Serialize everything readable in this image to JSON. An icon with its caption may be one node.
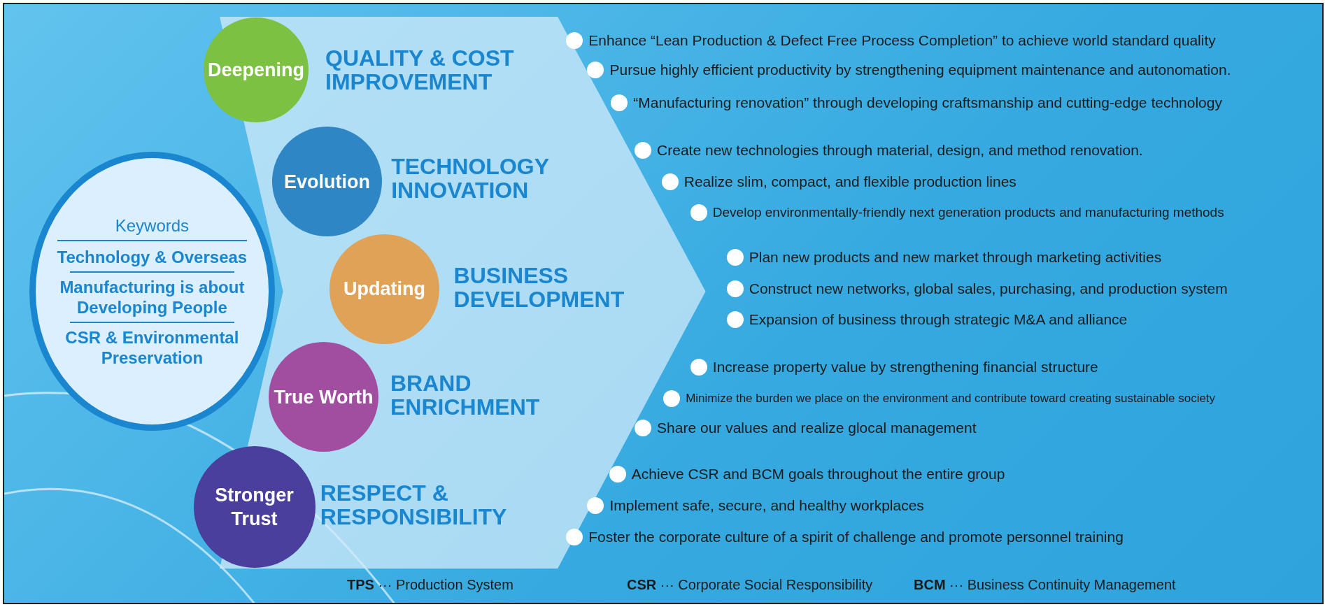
{
  "diagram": {
    "nodes": [
      {
        "text": [
          "Keywords",
          "Technology & Overseas",
          "Manufacturing is about Developing People",
          "CSR & Environmental Preservation"
        ]
      },
      {
        "text": [
          "Deepening"
        ],
        "beside": [
          "QUALITY & COST IMPROVEMENT"
        ]
      },
      {
        "text": [
          "Evolution"
        ],
        "beside": [
          "TECHNOLOGY INNOVATION"
        ]
      },
      {
        "text": [
          "Updating"
        ],
        "beside": [
          "BUSINESS DEVELOPMENT"
        ]
      },
      {
        "text": [
          "True Worth"
        ],
        "beside": [
          "BRAND ENRICHMENT"
        ]
      },
      {
        "text": [
          "Stronger Trust"
        ],
        "beside": [
          "RESPECT & RESPONSIBILITY"
        ]
      }
    ],
    "labels": [
      "Enhance “Lean Production & Defect Free Process Completion” to achieve world standard quality",
      "Pursue highly efficient productivity by strengthening equipment maintenance and autonomation.",
      "“Manufacturing renovation” through developing craftsmanship and cutting-edge technology",
      "Create new technologies through material, design, and method renovation.",
      "Realize slim, compact, and flexible production lines",
      "Develop environmentally-friendly next generation products and manufacturing methods",
      "Plan new products and new market through marketing activities",
      "Construct new networks, global sales, purchasing, and production system",
      "Expansion of business through strategic M&A and alliance",
      "Increase property value by strengthening financial structure",
      "Minimize the burden we place on the environment and contribute toward creating sustainable society",
      "Share our values and realize glocal management",
      "Achieve CSR and BCM goals throughout the entire group",
      "Implement safe, secure, and healthy workplaces",
      "Foster the corporate culture of a spirit of challenge and promote personnel training",
      "**TPS** ··· Production System",
      "**CSR** ··· Corporate Social Responsibility",
      "**BCM** ··· Business Continuity Management"
    ]
  }
}
